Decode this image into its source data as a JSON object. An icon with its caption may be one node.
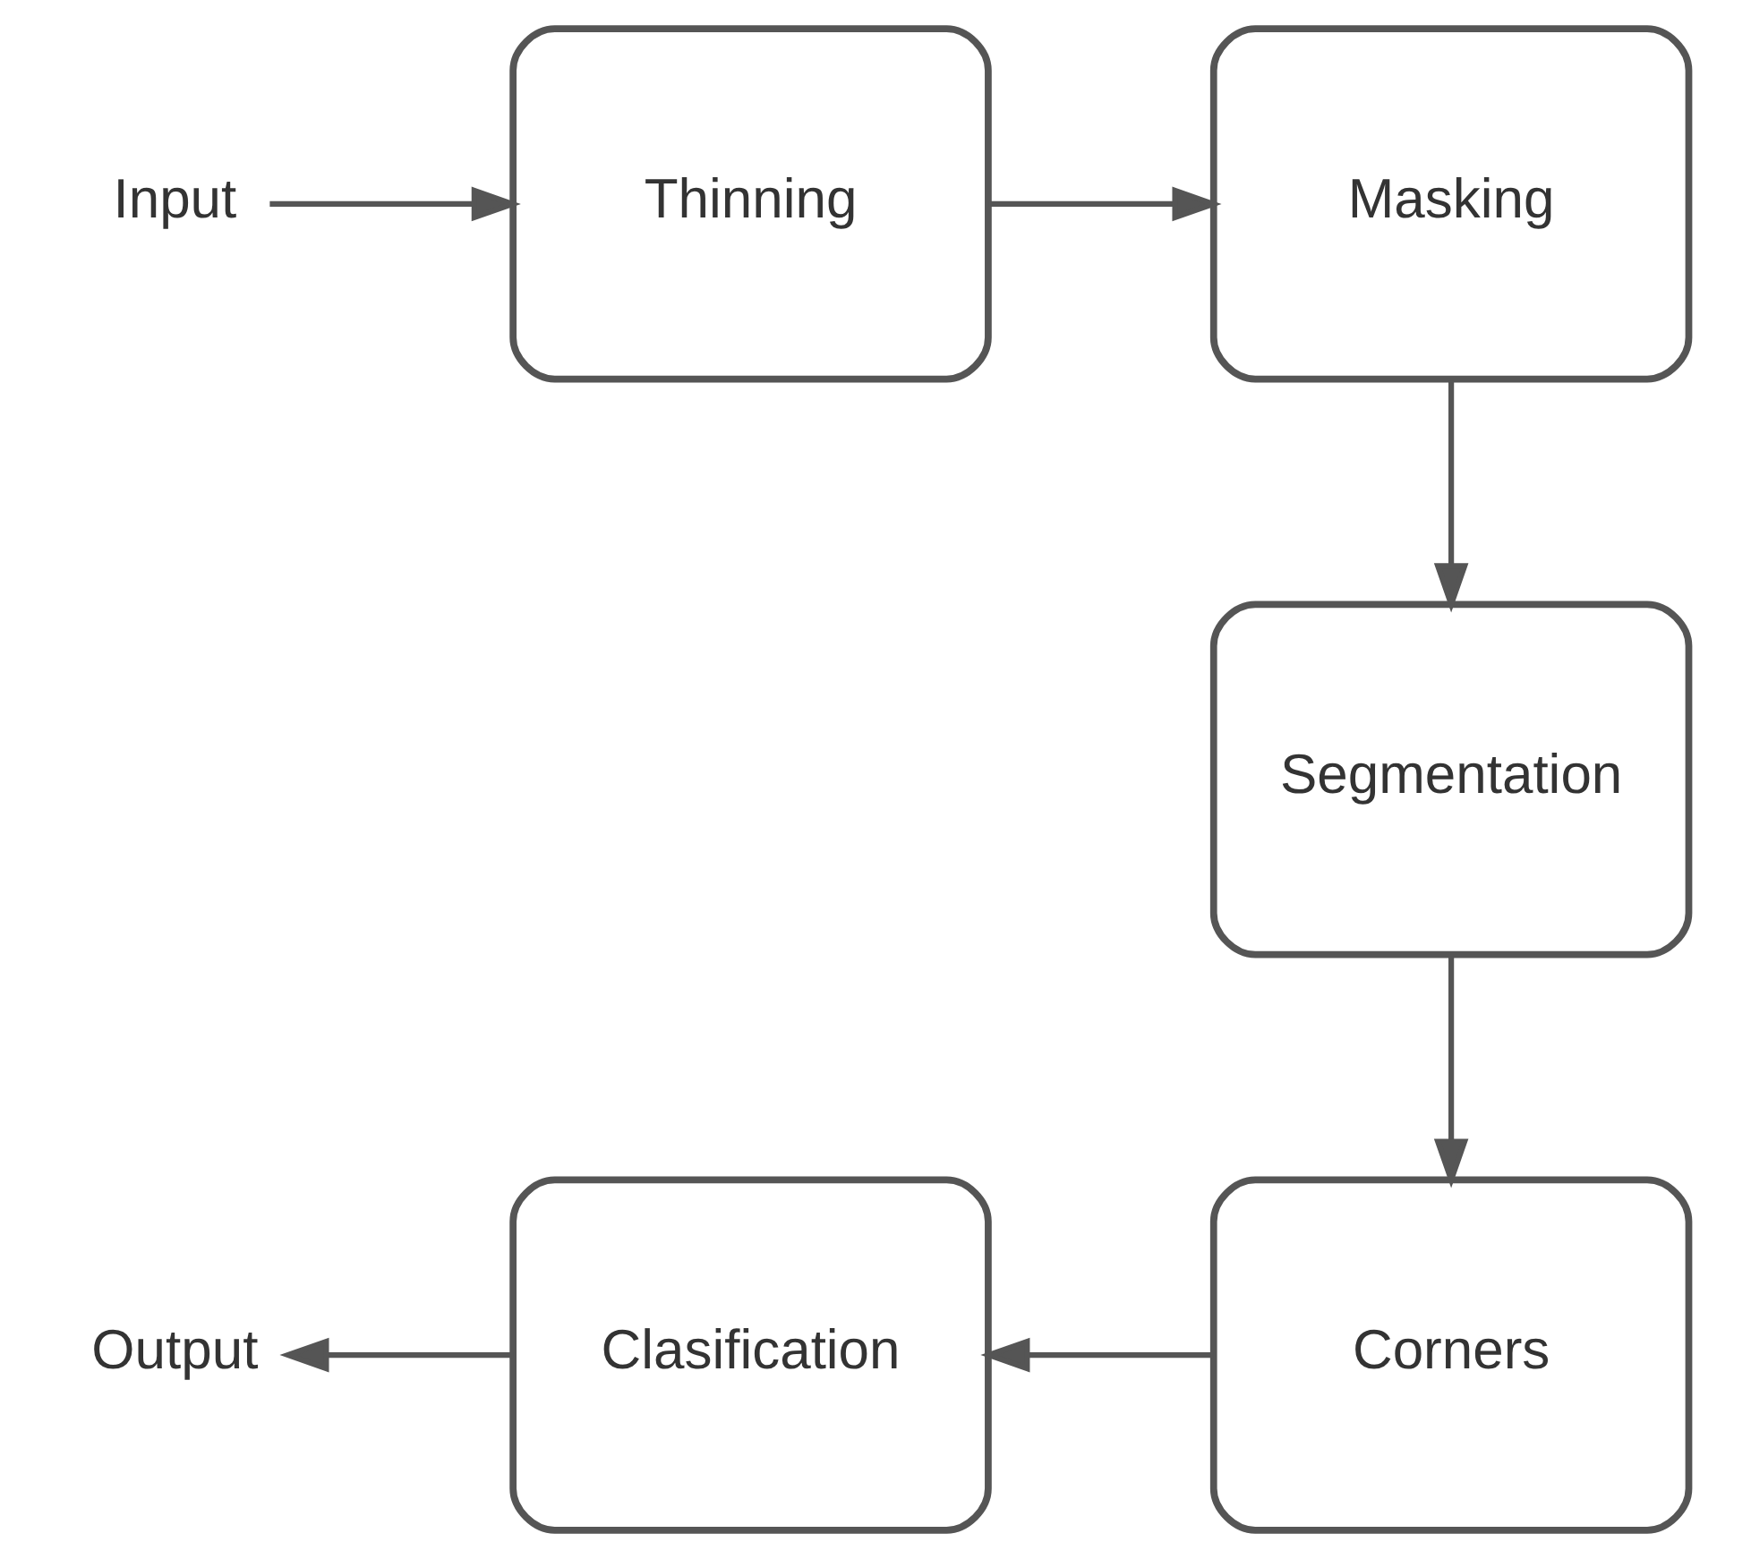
{
  "diagram": {
    "nodes": [
      {
        "text": [
          "Input"
        ]
      },
      {
        "text": [
          "Thinning"
        ]
      },
      {
        "text": [
          "Masking"
        ]
      },
      {
        "text": [
          "Segmentation"
        ]
      },
      {
        "text": [
          "Corners"
        ]
      },
      {
        "text": [
          "Clasification"
        ]
      },
      {
        "text": [
          "Output"
        ]
      }
    ],
    "edges": [
      {
        "from": 0,
        "to": 1,
        "arrow": "to"
      },
      {
        "from": 1,
        "to": 2,
        "arrow": "to"
      },
      {
        "from": 2,
        "to": 3,
        "arrow": "to"
      },
      {
        "from": 3,
        "to": 4,
        "arrow": "to"
      },
      {
        "from": 4,
        "to": 5,
        "arrow": "to"
      },
      {
        "from": 5,
        "to": 6,
        "arrow": "to"
      }
    ]
  }
}
